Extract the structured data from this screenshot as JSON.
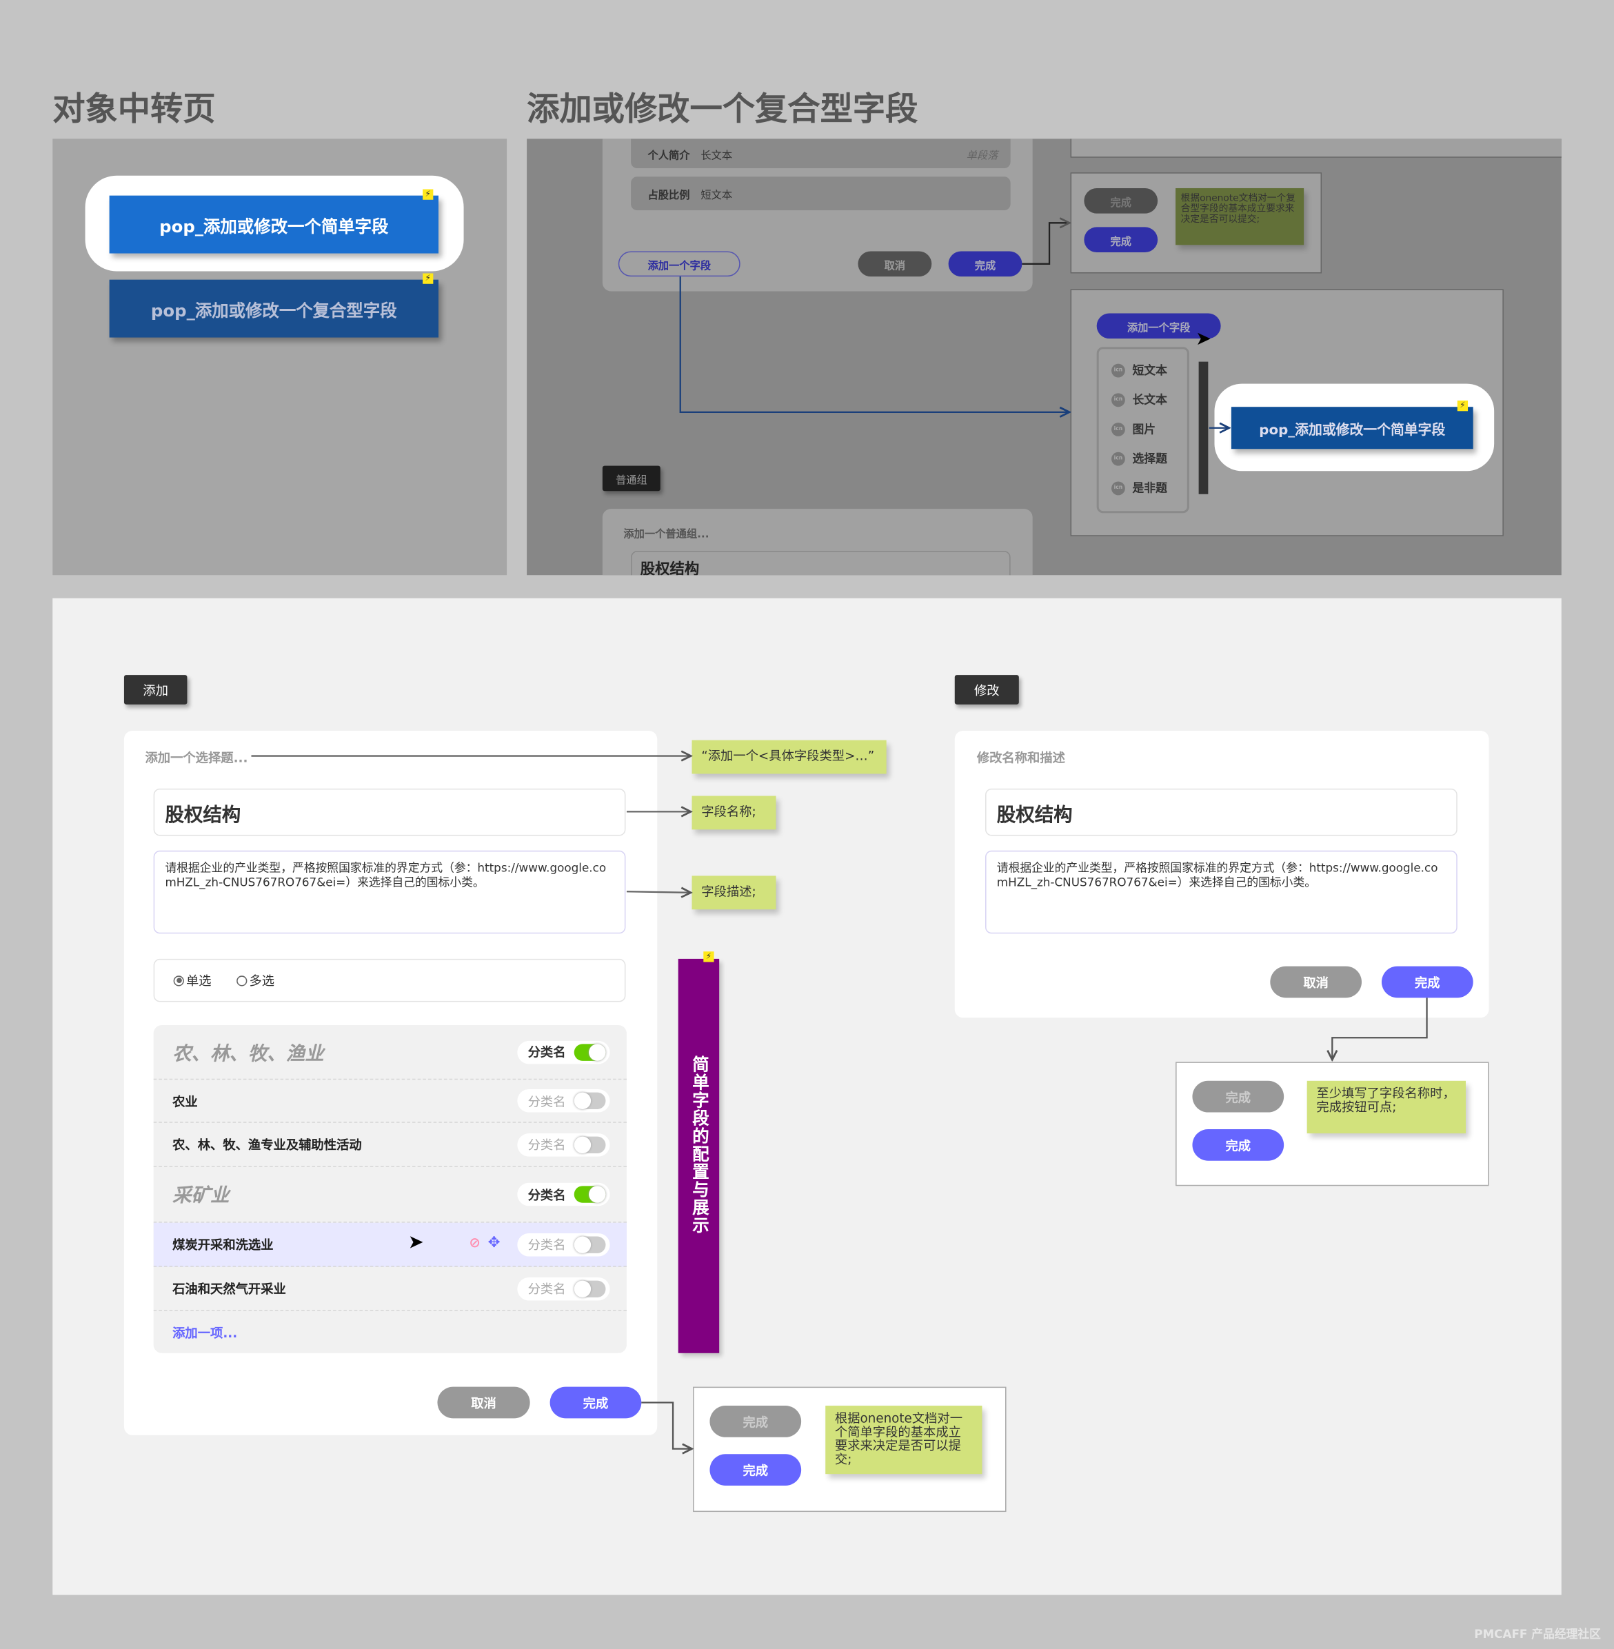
{
  "titles": {
    "left": "对象中转页",
    "right": "添加或修改一个复合型字段"
  },
  "transit": {
    "simple_button": "pop_添加或修改一个简单字段",
    "compound_button": "pop_添加或修改一个复合型字段"
  },
  "compound": {
    "rows": [
      {
        "name": "个人简介",
        "type": "长文本",
        "extra": "单段落"
      },
      {
        "name": "占股比例",
        "type": "短文本",
        "extra": ""
      }
    ],
    "add_field": "添加一个字段",
    "cancel": "取消",
    "done": "完成",
    "state_box": {
      "disabled": "完成",
      "enabled": "完成",
      "note": "根据onenote文档对一个复合型字段的基本成立要求来决定是否可以提交;"
    },
    "menu": {
      "button": "添加一个字段",
      "icon_text": "icn",
      "items": [
        "短文本",
        "长文本",
        "图片",
        "选择题",
        "是非题"
      ],
      "target": "pop_添加或修改一个简单字段"
    },
    "group_tag": "普通组",
    "group_card": {
      "title": "添加一个普通组...",
      "value": "股权结构"
    }
  },
  "add": {
    "tag": "添加",
    "title": "添加一个选择题...",
    "name_value": "股权结构",
    "description": "请根据企业的产业类型，严格按照国家标准的界定方式（参：https://www.google.comHZL_zh-CNUS767RO767&ei=）来选择自己的国标小类。",
    "radio": {
      "single": "单选",
      "multi": "多选",
      "selected": "单选"
    },
    "toggle_label": "分类名",
    "items": [
      {
        "label": "农、林、牧、渔业",
        "group": true,
        "on": true
      },
      {
        "label": "农业",
        "group": false,
        "on": false
      },
      {
        "label": "农、林、牧、渔专业及辅助性活动",
        "group": false,
        "on": false
      },
      {
        "label": "采矿业",
        "group": true,
        "on": true
      },
      {
        "label": "煤炭开采和洗选业",
        "group": false,
        "on": false,
        "hover": true
      },
      {
        "label": "石油和天然气开采业",
        "group": false,
        "on": false
      }
    ],
    "add_item": "添加一项...",
    "cancel": "取消",
    "done": "完成",
    "notes": {
      "title": "“添加一个<具体字段类型>…”",
      "name": "字段名称;",
      "desc": "字段描述;"
    },
    "banner": "简单字段的配置与展示",
    "state_box": {
      "disabled": "完成",
      "enabled": "完成",
      "note": "根据onenote文档对一个简单字段的基本成立要求来决定是否可以提交;"
    }
  },
  "edit": {
    "tag": "修改",
    "title": "修改名称和描述",
    "name_value": "股权结构",
    "description": "请根据企业的产业类型，严格按照国家标准的界定方式（参：https://www.google.comHZL_zh-CNUS767RO767&ei=）来选择自己的国标小类。",
    "cancel": "取消",
    "done": "完成",
    "state_box": {
      "disabled": "完成",
      "enabled": "完成",
      "note": "至少填写了字段名称时，完成按钮可点;"
    }
  },
  "watermark": "PMCAFF 产品经理社区",
  "colors": {
    "primary": "#6666ff",
    "note": "#d2e27c",
    "banner": "#800080",
    "toggle_on": "#66cc00"
  }
}
